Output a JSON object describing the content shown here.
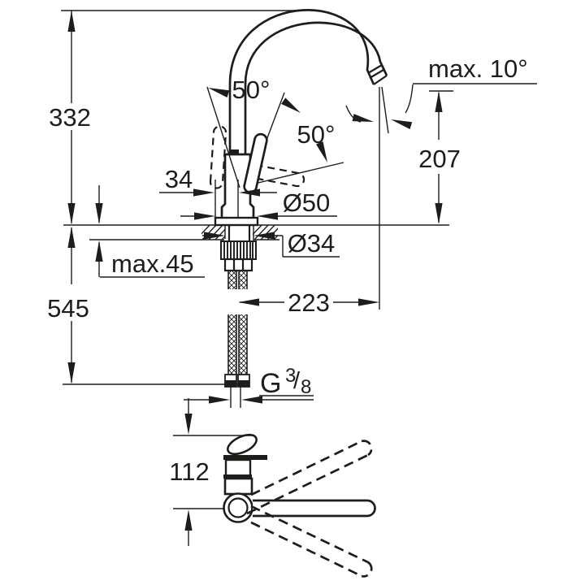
{
  "drawing": {
    "type": "technical dimension drawing",
    "subject": "single-lever kitchen mixer tap with high C-spout, front view with mounting section and side view of swivel range",
    "units": "mm",
    "background_color": "#ffffff",
    "line_color": "#1d1d1b",
    "labels": {
      "overall_height": "332",
      "below_deck_length": "545",
      "spout_tilt": "max. 10°",
      "outlet_height": "207",
      "lever_angle_open": "50°",
      "lever_angle_forward": "50°",
      "center_offset": "34",
      "base_diameter": "Ø50",
      "mounting_hole_diameter": "Ø34",
      "deck_thickness": "max.45",
      "spout_reach": "223",
      "thread_letter": "G",
      "thread_numerator": "3",
      "thread_slash": "/",
      "thread_denominator": "8",
      "handle_height_side": "112"
    }
  }
}
